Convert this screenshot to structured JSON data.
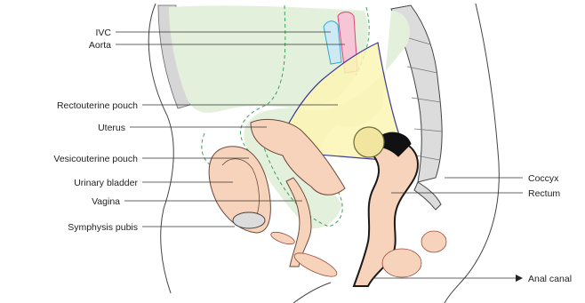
{
  "labels": {
    "ivc": "IVC",
    "aorta": "Aorta",
    "rectouterine_pouch": "Rectouterine pouch",
    "uterus": "Uterus",
    "vesicouterine_pouch": "Vesicouterine pouch",
    "urinary_bladder": "Urinary bladder",
    "vagina": "Vagina",
    "symphysis_pubis": "Symphysis pubis",
    "coccyx": "Coccyx",
    "rectum": "Rectum",
    "anal_canal": "Anal canal"
  },
  "colors": {
    "peritoneum_fill": "#e3f0dc",
    "peritoneum_line": "#3aa35a",
    "organ_fill": "#f7d3bc",
    "organ_line": "#6b4a3a",
    "field_fill": "#fbf4b4",
    "field_line": "#3b3a99",
    "aorta_fill": "#f6c6d6",
    "aorta_line": "#d9467e",
    "ivc_fill": "#cdeaf4",
    "ivc_line": "#37a6cf",
    "bone_fill": "#dcdcdc",
    "muscle_line": "#9a4a3a"
  }
}
